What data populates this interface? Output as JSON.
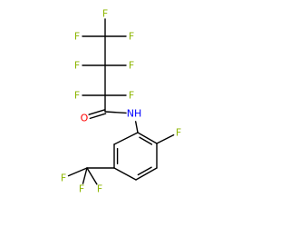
{
  "molecule": {
    "atoms": [
      {
        "id": "F1",
        "label": "F"
      },
      {
        "id": "F2",
        "label": "F"
      },
      {
        "id": "F3",
        "label": "F"
      },
      {
        "id": "C1",
        "label": ""
      },
      {
        "id": "F4",
        "label": "F"
      },
      {
        "id": "F5",
        "label": "F"
      },
      {
        "id": "C2",
        "label": ""
      },
      {
        "id": "F6",
        "label": "F"
      },
      {
        "id": "F7",
        "label": "F"
      },
      {
        "id": "C3",
        "label": ""
      },
      {
        "id": "C4",
        "label": ""
      },
      {
        "id": "O1",
        "label": "O"
      },
      {
        "id": "N1",
        "label": "NH"
      },
      {
        "id": "R1",
        "label": ""
      },
      {
        "id": "R2",
        "label": ""
      },
      {
        "id": "F8",
        "label": "F"
      },
      {
        "id": "R3",
        "label": ""
      },
      {
        "id": "R4",
        "label": ""
      },
      {
        "id": "R5",
        "label": ""
      },
      {
        "id": "R6",
        "label": ""
      },
      {
        "id": "C5",
        "label": ""
      },
      {
        "id": "F9",
        "label": "F"
      },
      {
        "id": "F10",
        "label": "F"
      },
      {
        "id": "F11",
        "label": "F"
      }
    ],
    "bonds": [
      [
        "C1",
        "F1",
        1
      ],
      [
        "C1",
        "F2",
        1
      ],
      [
        "C1",
        "F3",
        1
      ],
      [
        "C1",
        "C2",
        1
      ],
      [
        "C2",
        "F4",
        1
      ],
      [
        "C2",
        "F5",
        1
      ],
      [
        "C2",
        "C3",
        1
      ],
      [
        "C3",
        "F6",
        1
      ],
      [
        "C3",
        "F7",
        1
      ],
      [
        "C3",
        "C4",
        1
      ],
      [
        "C4",
        "O1",
        2
      ],
      [
        "C4",
        "N1",
        1
      ],
      [
        "N1",
        "R1",
        1
      ],
      [
        "R1",
        "R2",
        2
      ],
      [
        "R2",
        "F8",
        1
      ],
      [
        "R2",
        "R3",
        1
      ],
      [
        "R3",
        "R4",
        2
      ],
      [
        "R4",
        "R5",
        1
      ],
      [
        "R5",
        "R6",
        2
      ],
      [
        "R6",
        "R1",
        1
      ],
      [
        "R5",
        "C5",
        1
      ],
      [
        "C5",
        "F9",
        1
      ],
      [
        "C5",
        "F10",
        1
      ],
      [
        "C5",
        "F11",
        1
      ]
    ]
  },
  "colors": {
    "bond": "#000000",
    "F": "#8db600",
    "O": "#ff0000",
    "N": "#0000ff"
  }
}
